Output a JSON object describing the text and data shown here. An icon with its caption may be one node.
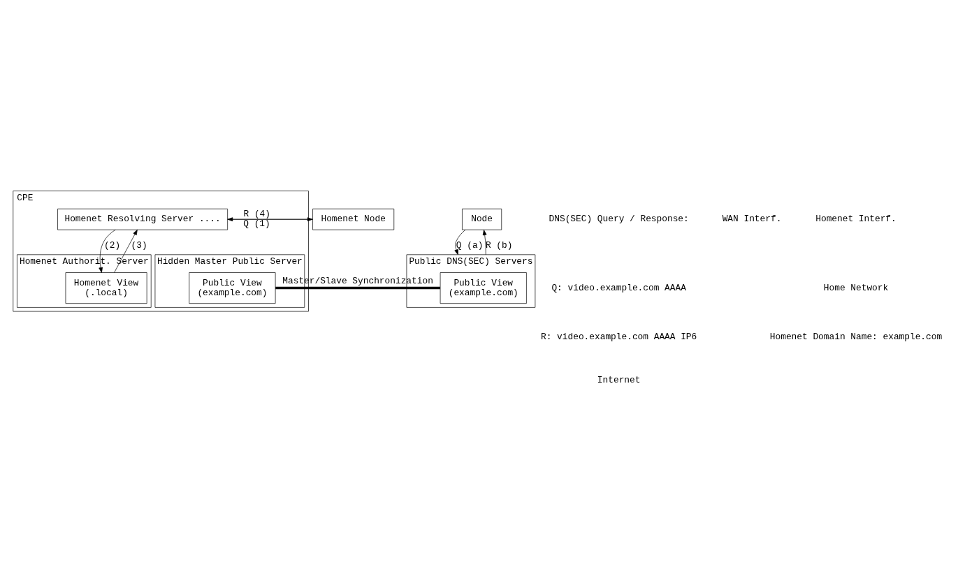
{
  "diagram": {
    "nodes": [
      {
        "text": [
          "CPE"
        ]
      },
      {
        "text": [
          "Homenet Node"
        ]
      },
      {
        "text": [
          "Homenet Resolving Server ...."
        ],
        "in": 0
      },
      {
        "text": [
          "Homenet Authorit. Server"
        ],
        "in": 0
      },
      {
        "text": [
          "Homenet View",
          "(.local)"
        ],
        "in": 3
      },
      {
        "text": [
          "Hidden Master Public Server"
        ],
        "in": 0
      },
      {
        "text": [
          "Public View",
          "(example.com)"
        ],
        "in": 5
      },
      {
        "text": [
          "Node"
        ]
      },
      {
        "text": [
          "Public DNS(SEC) Servers"
        ]
      },
      {
        "text": [
          "Public View",
          "(example.com)"
        ],
        "in": 8
      }
    ],
    "edges": [
      {
        "from": 1,
        "to": 2,
        "arrow": "to",
        "label": "Q (1)"
      },
      {
        "from": 2,
        "to": 1,
        "arrow": "to",
        "label": "R (4)"
      },
      {
        "from": 2,
        "to": 4,
        "arrow": "to",
        "label": "(2)"
      },
      {
        "from": 4,
        "to": 2,
        "arrow": "to",
        "label": "(3)"
      },
      {
        "from": 6,
        "to": 9,
        "arrow": "none",
        "style": "thick",
        "label": "Master/Slave Synchronization"
      },
      {
        "from": 7,
        "to": 8,
        "arrow": "to",
        "label": "Q (a)"
      },
      {
        "from": 8,
        "to": 7,
        "arrow": "to",
        "label": "R (b)"
      }
    ],
    "labels": [
      "DNS(SEC) Query / Response:",
      "Q: video.example.com AAAA",
      "R: video.example.com AAAA IP6",
      "Internet",
      "WAN Interf.",
      "Homenet Interf.",
      "Home Network",
      "Homenet Domain Name: example.com"
    ]
  }
}
